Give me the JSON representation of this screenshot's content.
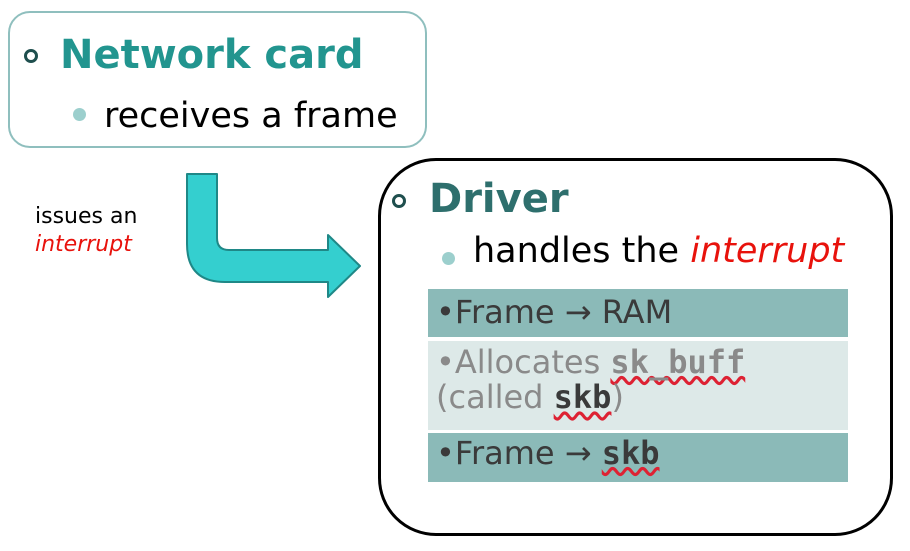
{
  "network_card": {
    "title": "Network card",
    "bullet": "receives a frame"
  },
  "arrow_label": {
    "line1": "issues an",
    "line2": "interrupt"
  },
  "driver": {
    "title": "Driver",
    "bullet_prefix": "handles the ",
    "bullet_highlight": "interrupt",
    "rows": [
      {
        "prefix": "•Frame → RAM"
      },
      {
        "prefix": "•Allocates ",
        "code": "sk_buff",
        "line2_prefix": "(called ",
        "line2_code": "skb",
        "line2_suffix": ")"
      },
      {
        "prefix": "•Frame → ",
        "code": "skb"
      }
    ]
  },
  "colors": {
    "network_title": "#22958f",
    "driver_title": "#2e6f6d",
    "accent_red": "#e8120c",
    "arrow_fill": "#34cfcf",
    "row_dark": "#8bbab8",
    "row_light": "#dde9e8"
  }
}
